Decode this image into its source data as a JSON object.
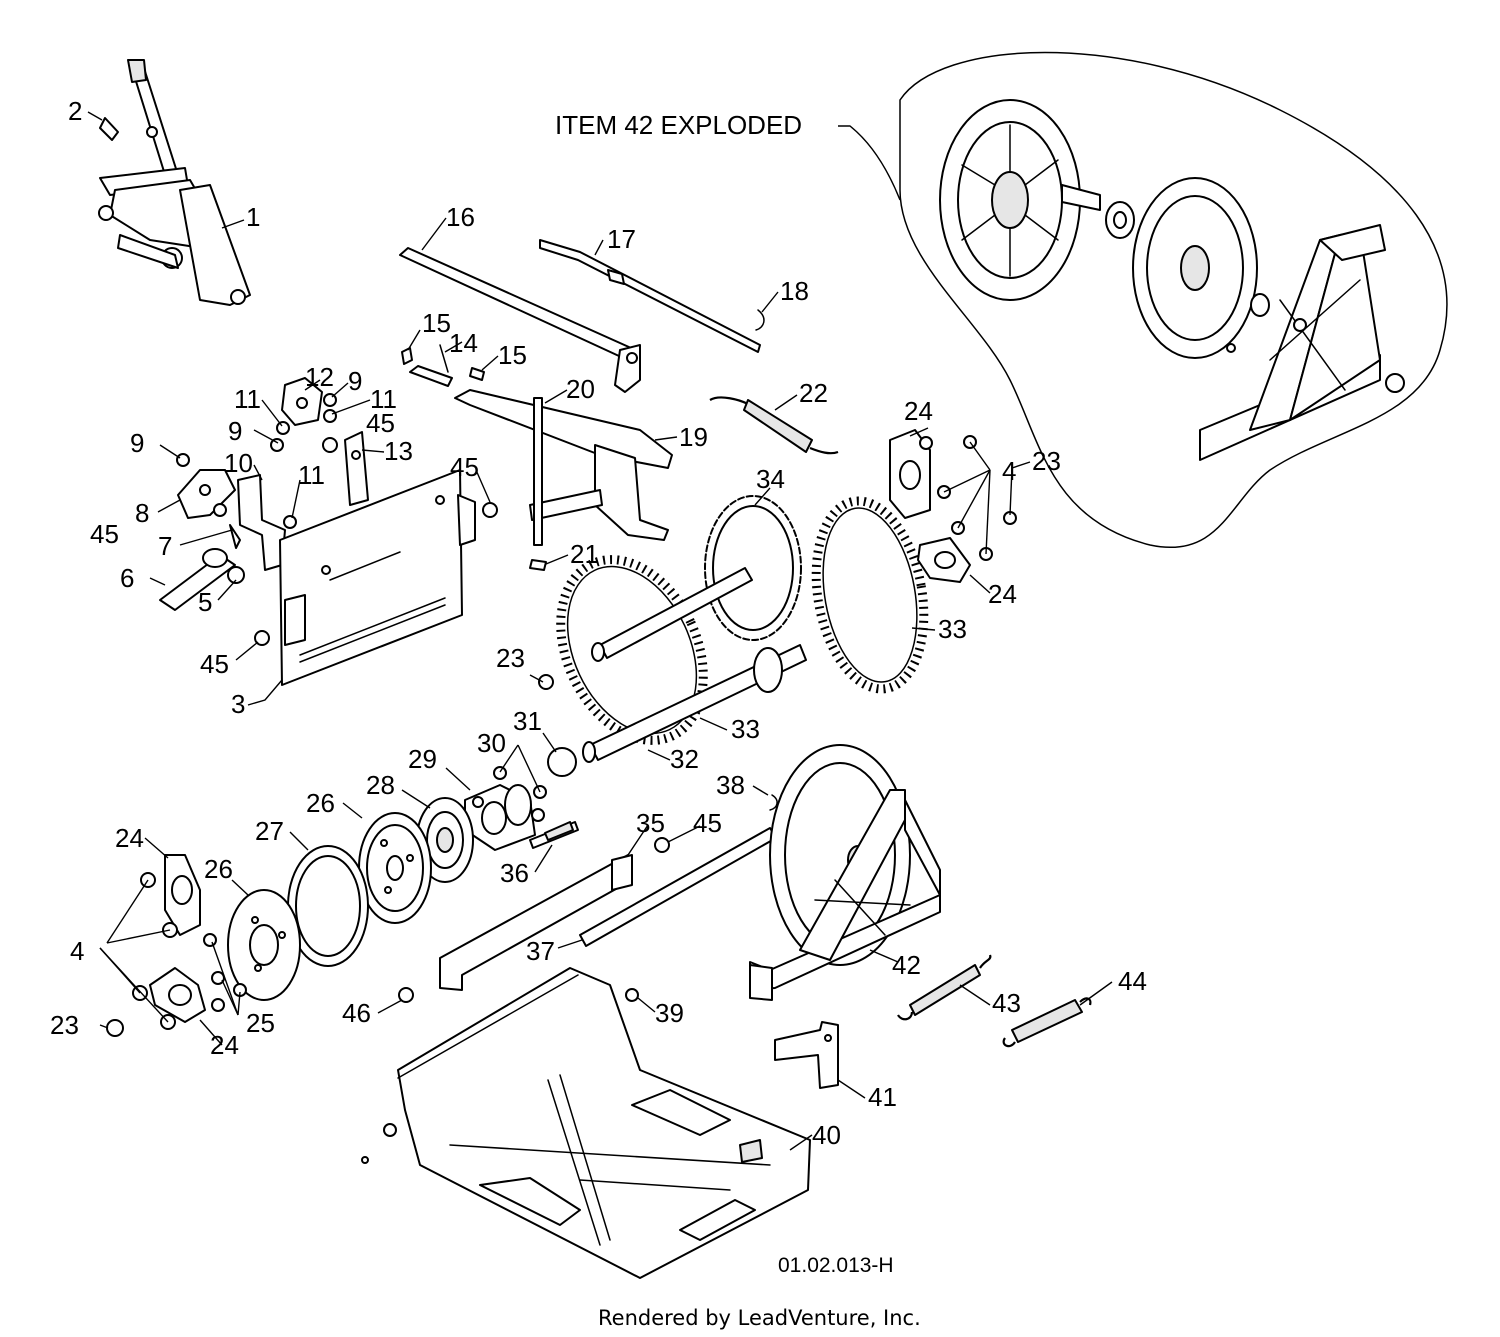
{
  "diagram": {
    "exploded_label": "ITEM 42 EXPLODED",
    "drawing_number": "01.02.013-H",
    "credit": "Rendered by LeadVenture, Inc.",
    "callouts": {
      "c1": "1",
      "c2": "2",
      "c3": "3",
      "c4a": "4",
      "c4b": "4",
      "c5": "5",
      "c6": "6",
      "c7": "7",
      "c8": "8",
      "c9a": "9",
      "c9b": "9",
      "c9c": "9",
      "c10": "10",
      "c11a": "11",
      "c11b": "11",
      "c11c": "11",
      "c12": "12",
      "c13": "13",
      "c14": "14",
      "c15a": "15",
      "c15b": "15",
      "c16": "16",
      "c17": "17",
      "c18": "18",
      "c19": "19",
      "c20": "20",
      "c21": "21",
      "c22": "22",
      "c23a": "23",
      "c23b": "23",
      "c23c": "23",
      "c24a": "24",
      "c24b": "24",
      "c24c": "24",
      "c24d": "24",
      "c25": "25",
      "c26a": "26",
      "c26b": "26",
      "c27": "27",
      "c28": "28",
      "c29": "29",
      "c30": "30",
      "c31": "31",
      "c32": "32",
      "c33a": "33",
      "c33b": "33",
      "c34": "34",
      "c35": "35",
      "c36": "36",
      "c37": "37",
      "c38": "38",
      "c39": "39",
      "c40": "40",
      "c41": "41",
      "c42": "42",
      "c43": "43",
      "c44": "44",
      "c45a": "45",
      "c45b": "45",
      "c45c": "45",
      "c45d": "45",
      "c45e": "45",
      "c46": "46"
    }
  }
}
